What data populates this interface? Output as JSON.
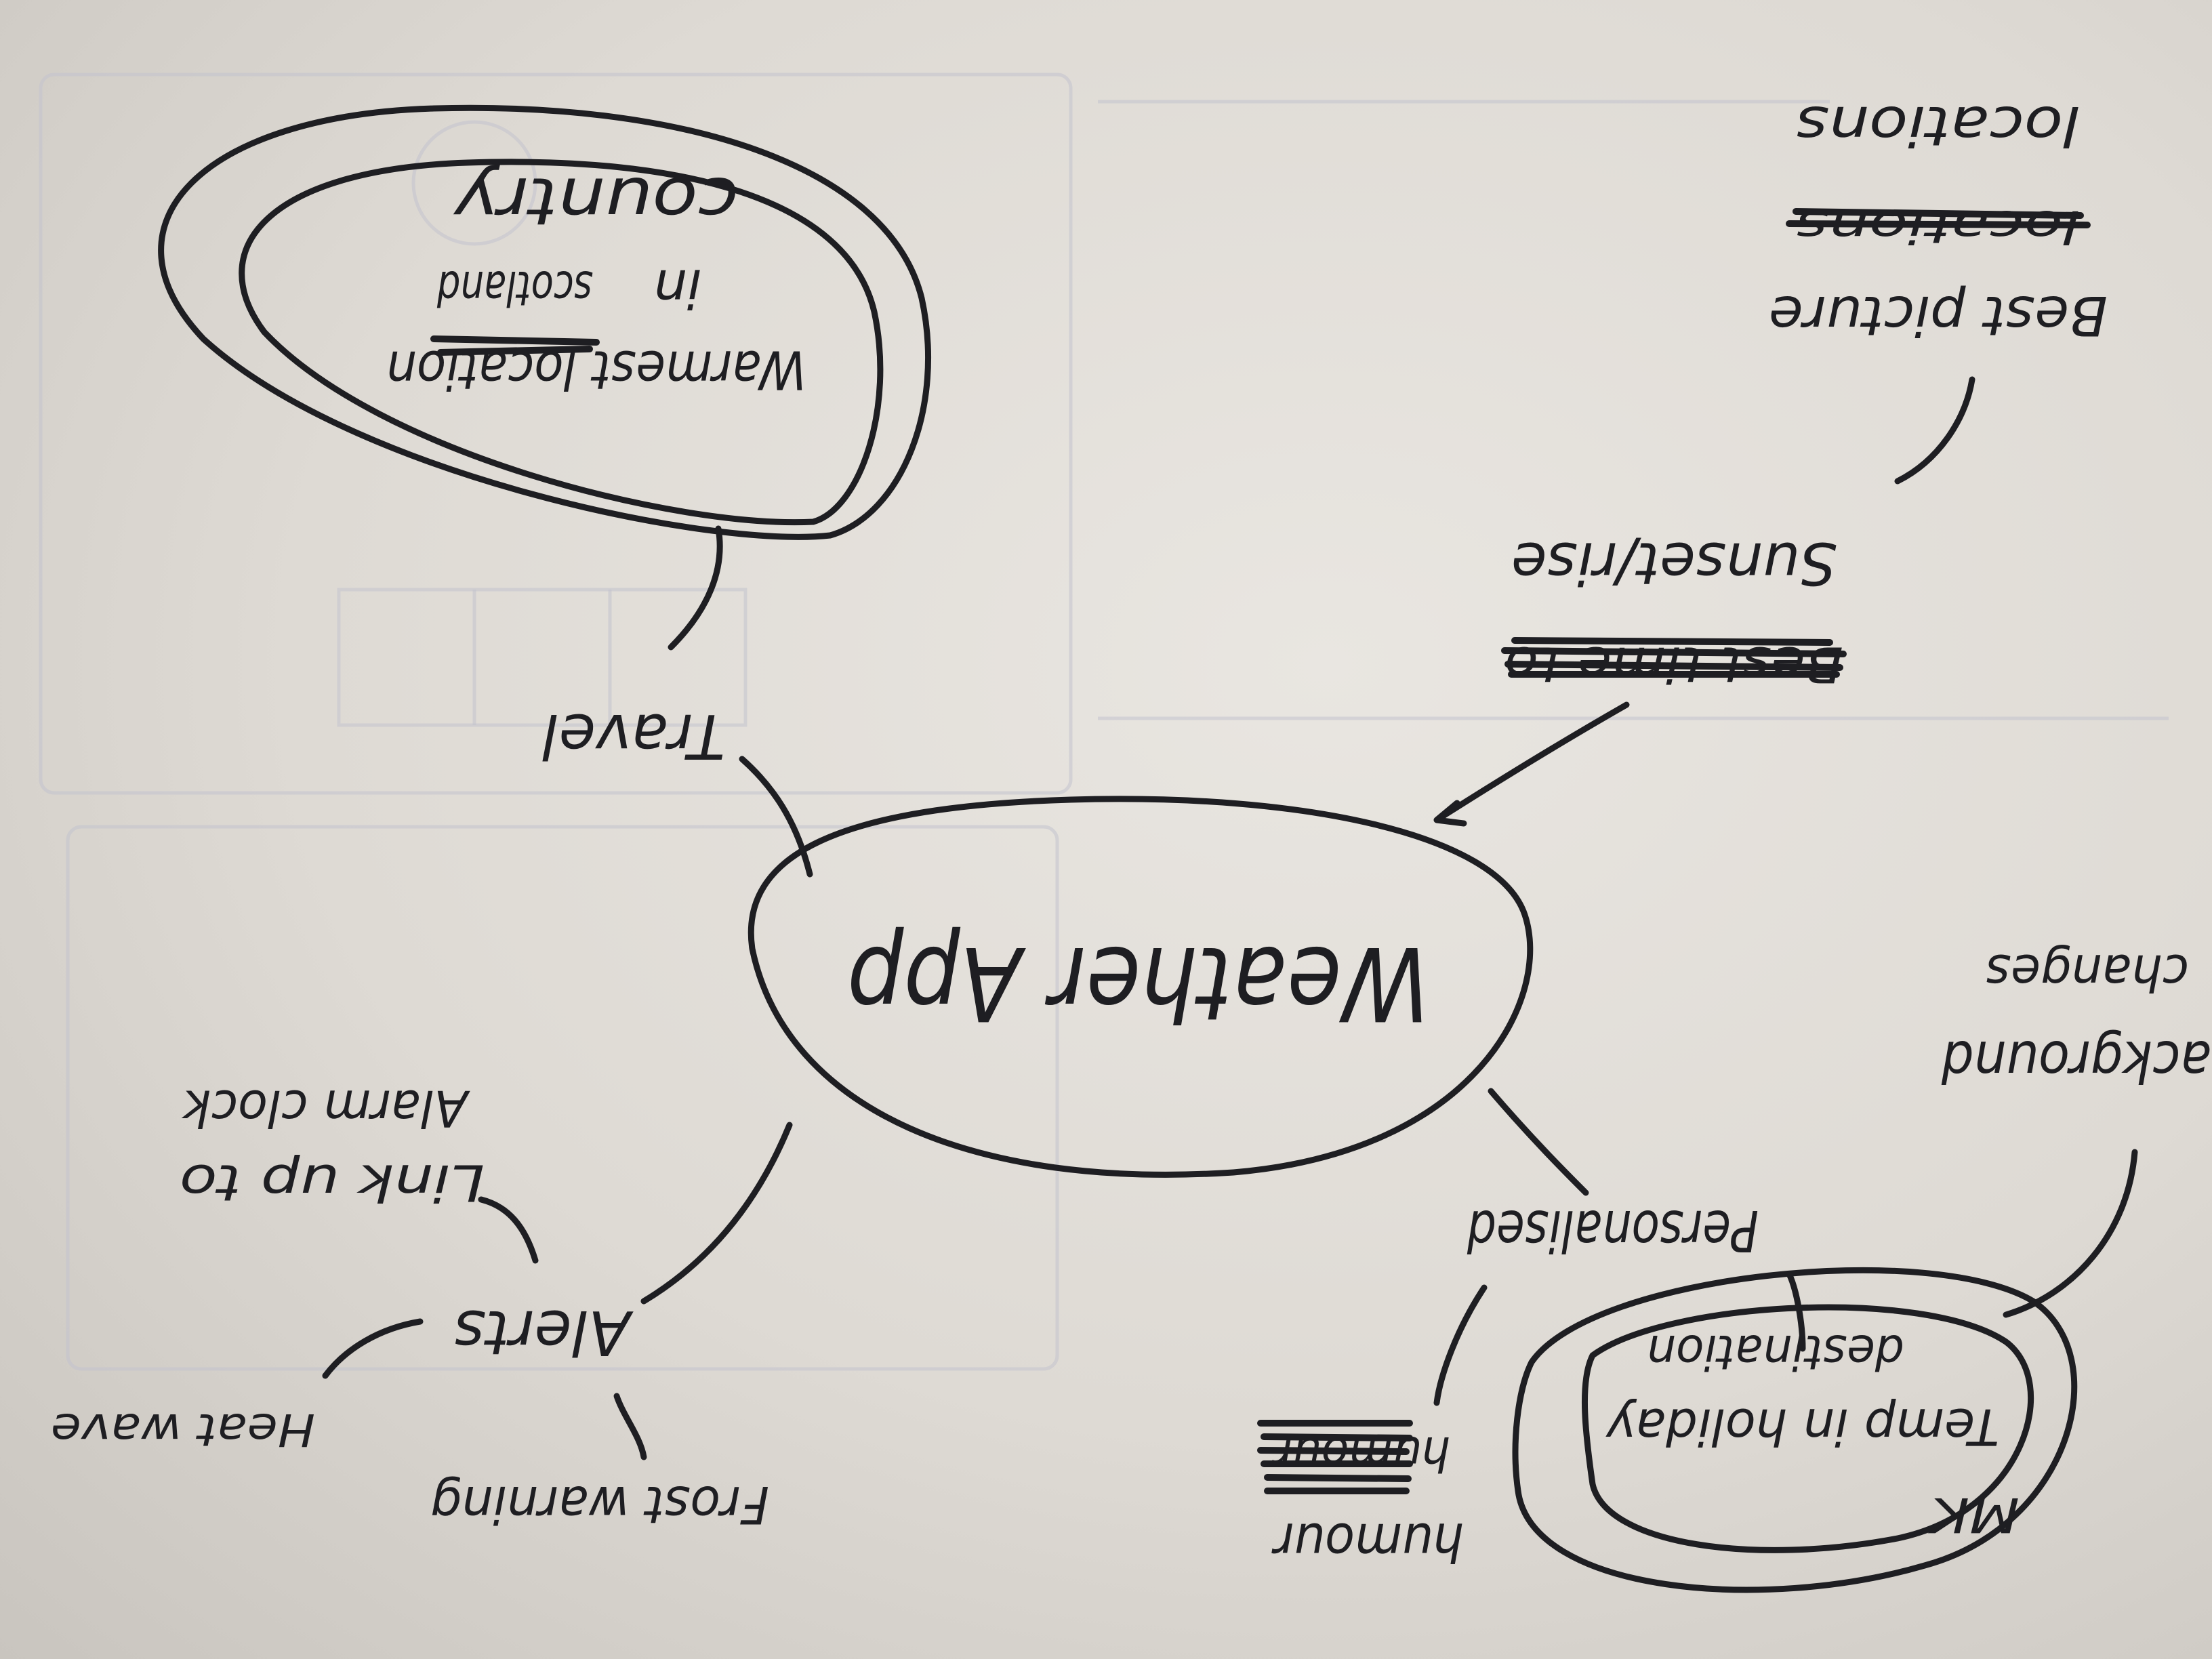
{
  "diagram": {
    "center": "Weather App",
    "branches": {
      "travel": {
        "label": "Travel",
        "child_line1": "Warmest location",
        "child_line2": "in",
        "child_struck": "scotland",
        "child_line3": "country"
      },
      "sunset": {
        "label_struck": "Best time to",
        "label": "Sunset/rise",
        "child_line1": "Best picture",
        "child_struck": "locations",
        "child_line2": "locations"
      },
      "personalised": {
        "label": "Personalised",
        "child_humour": "humour",
        "child_humour_struck": "humour",
        "child_temp_line1": "Temp in holiday",
        "child_temp_line2": "destination",
        "child_temp_mark": "MK",
        "child_background_line1": "Background",
        "child_background_line2": "changes"
      },
      "alerts": {
        "label": "Alerts",
        "child_link_line1": "Link up to",
        "child_link_line2": "Alarm clock",
        "child_frost": "Frost warning",
        "child_heat": "Heat wave"
      }
    }
  },
  "colors": {
    "ink": "#1e1e22",
    "paper": "#e6e3de",
    "bleed_through": "#b8bac8"
  }
}
